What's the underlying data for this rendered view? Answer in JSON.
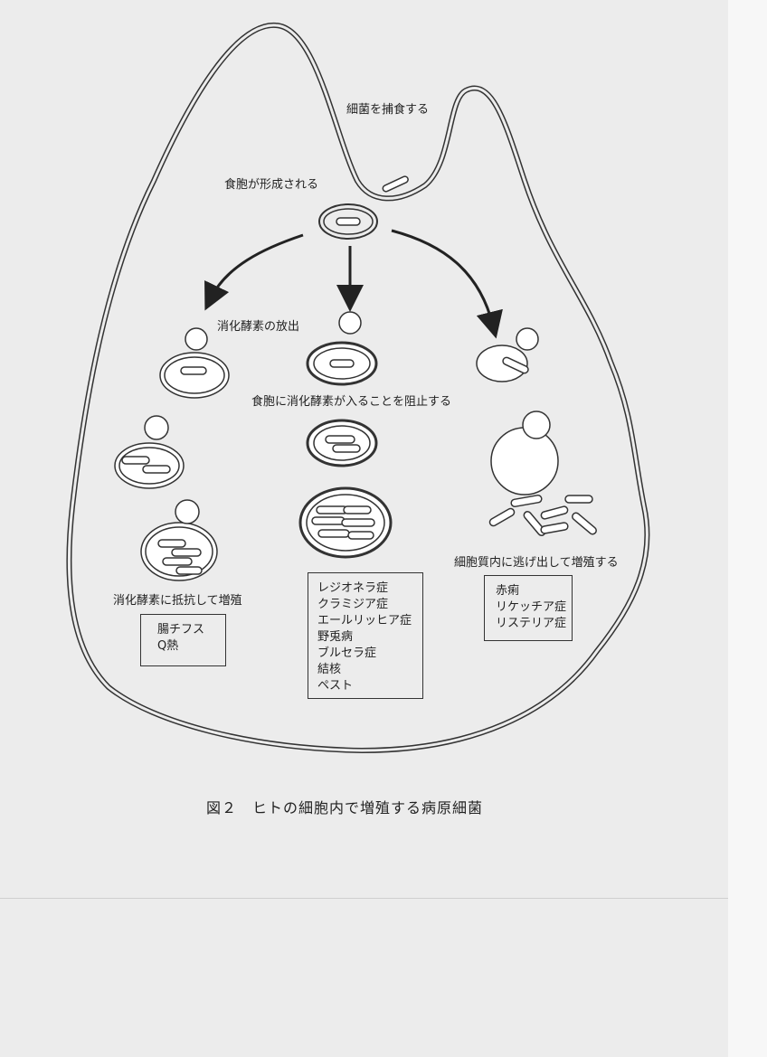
{
  "labels": {
    "phagocytosis": "細菌を捕食する",
    "phagosome_formed": "食胞が形成される",
    "enzyme_release": "消化酵素の放出",
    "block_enzyme": "食胞に消化酵素が入ることを阻止する",
    "resist_enzyme": "消化酵素に抵抗して増殖",
    "escape_cytoplasm": "細胞質内に逃げ出して増殖する"
  },
  "boxes": {
    "left": [
      "腸チフス",
      "Q熱"
    ],
    "center": [
      "レジオネラ症",
      "クラミジア症",
      "エールリッヒア症",
      "野兎病",
      "ブルセラ症",
      "結核",
      "ペスト"
    ],
    "right": [
      "赤痢",
      "リケッチア症",
      "リステリア症"
    ]
  },
  "caption": "図２　ヒトの細胞内で増殖する病原細菌"
}
